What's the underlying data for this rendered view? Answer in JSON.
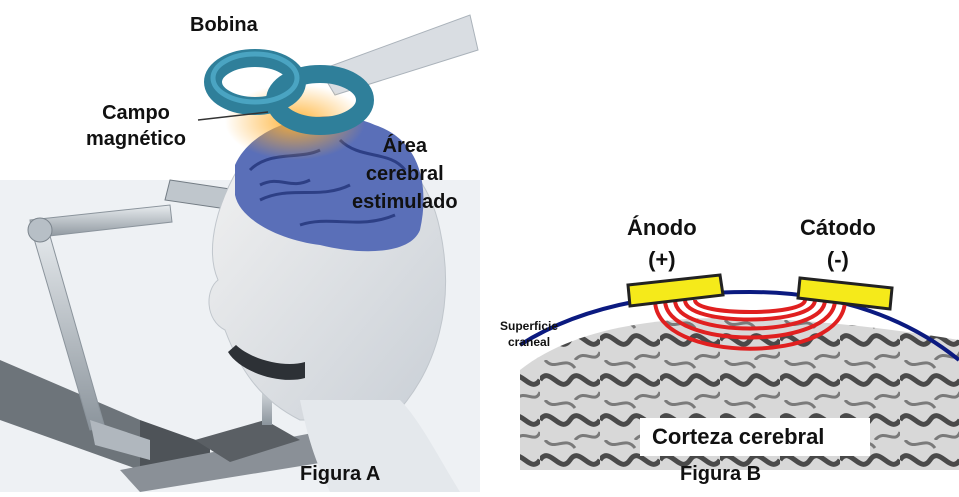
{
  "figure_a": {
    "caption": "Figura A",
    "labels": {
      "coil": "Bobina",
      "field_line1": "Campo",
      "field_line2": "magnético",
      "area_line1": "Área",
      "area_line2": "cerebral",
      "area_line3": "estimulado"
    }
  },
  "figure_b": {
    "caption": "Figura B",
    "labels": {
      "anode_name": "Ánodo",
      "anode_sign": "(+)",
      "cathode_name": "Cátodo",
      "cathode_sign": "(-)",
      "skull_line1": "Superficie",
      "skull_line2": "craneal",
      "cortex": "Corteza cerebral"
    }
  },
  "colors": {
    "coil": "#2f7f9a",
    "electrode": "#f5ea1a",
    "current": "#e02020",
    "skull_line": "#0b1a80"
  }
}
